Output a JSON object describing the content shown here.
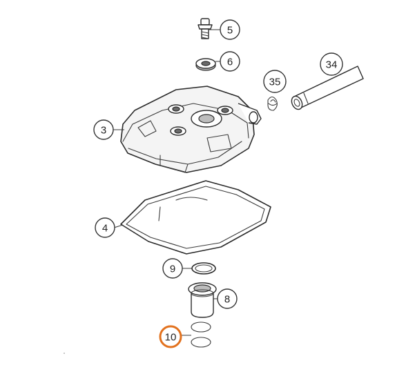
{
  "callouts": {
    "c5": {
      "label": "5",
      "highlight": false
    },
    "c6": {
      "label": "6",
      "highlight": false
    },
    "c34": {
      "label": "34",
      "highlight": false
    },
    "c35": {
      "label": "35",
      "highlight": false
    },
    "c3": {
      "label": "3",
      "highlight": false
    },
    "c4": {
      "label": "4",
      "highlight": false
    },
    "c9": {
      "label": "9",
      "highlight": false
    },
    "c8": {
      "label": "8",
      "highlight": false
    },
    "c10": {
      "label": "10",
      "highlight": true
    }
  },
  "colors": {
    "highlight": "#e2711d",
    "outline": "#2a2a2a",
    "callout_border": "#333333"
  }
}
